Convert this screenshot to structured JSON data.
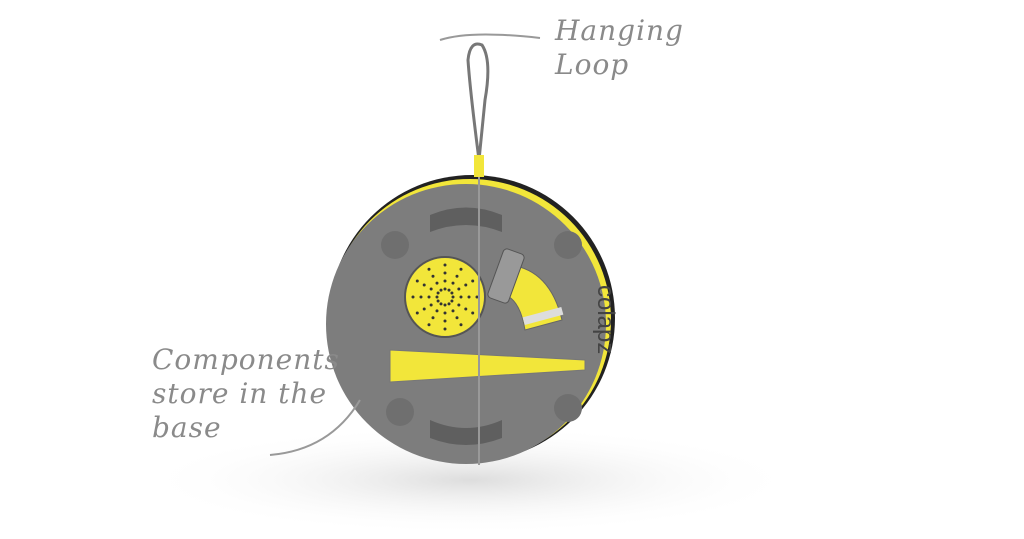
{
  "annotations": {
    "hanging_loop": [
      "Hanging",
      "Loop"
    ],
    "components": [
      "Components",
      "store in the",
      "base"
    ]
  },
  "product": {
    "brand_logo": "colapz",
    "colors": {
      "body": "#7d7d7d",
      "accent": "#f2e63a",
      "text": "#8a8a8a"
    }
  }
}
